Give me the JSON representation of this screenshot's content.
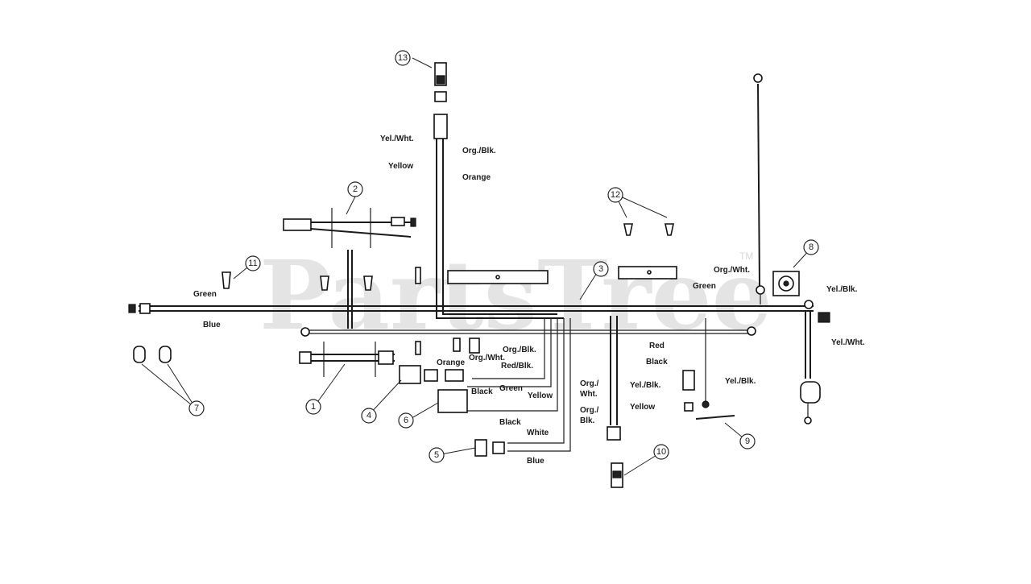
{
  "watermark": {
    "text": "PartsTree",
    "trademark": "TM"
  },
  "callouts": [
    "1",
    "2",
    "3",
    "4",
    "5",
    "6",
    "7",
    "8",
    "9",
    "10",
    "11",
    "12",
    "13"
  ],
  "wire_labels": {
    "yel_wht_top": "Yel./Wht.",
    "org_blk_top": "Org./Blk.",
    "yellow_top": "Yellow",
    "orange_top": "Orange",
    "green_left": "Green",
    "blue_left": "Blue",
    "org_wht_right": "Org./Wht.",
    "green_right": "Green",
    "yel_blk_far_right": "Yel./Blk.",
    "yel_wht_far_right": "Yel./Wht.",
    "org_blk_mid": "Org./Blk.",
    "org_wht_mid": "Org./Wht.",
    "orange_mid": "Orange",
    "red_blk_mid": "Red/Blk.",
    "black_mid": "Black",
    "green_mid": "Green",
    "yellow_mid": "Yellow",
    "black_low": "Black",
    "white_low": "White",
    "blue_low": "Blue",
    "org_wht_center_1": "Org./",
    "org_wht_center_2": "Wht.",
    "yel_blk_center": "Yel./Blk.",
    "org_blk_center_1": "Org./",
    "org_blk_center_2": "Blk.",
    "yellow_center": "Yellow",
    "red_right": "Red",
    "black_right": "Black",
    "yel_blk_right": "Yel./Blk."
  },
  "colors": {
    "ink": "#1a1a1a",
    "watermark": "#cfcfcf",
    "background": "#ffffff"
  }
}
